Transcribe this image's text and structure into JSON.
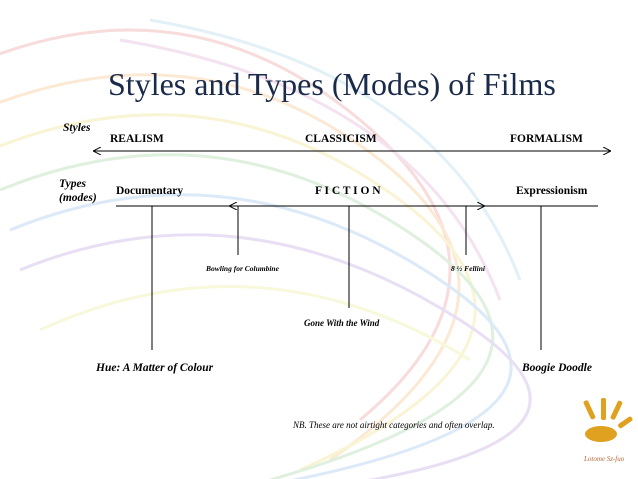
{
  "title": "Styles and Types (Modes) of Films",
  "styles_label": "Styles",
  "types_label_line1": "Types",
  "types_label_line2": "(modes)",
  "styles": {
    "realism": "REALISM",
    "classicism": "CLASSICISM",
    "formalism": "FORMALISM"
  },
  "types": {
    "documentary": "Documentary",
    "fiction": "F I C T I O N",
    "expressionism": "Expressionism"
  },
  "films": {
    "bowling": "Bowling for Columbine",
    "fellini": "8 ½ Fellini",
    "gone": "Gone With the Wind",
    "hue": "Hue: A Matter of Colour",
    "boogie": "Boogie Doodle"
  },
  "note": "NB. These are not airtight categories and often overlap.",
  "logo_text": "Lotome Sz-fuo",
  "colors": {
    "title": "#1a2a4a",
    "logo": "#e0a020",
    "logo_text": "#b86a3a"
  }
}
